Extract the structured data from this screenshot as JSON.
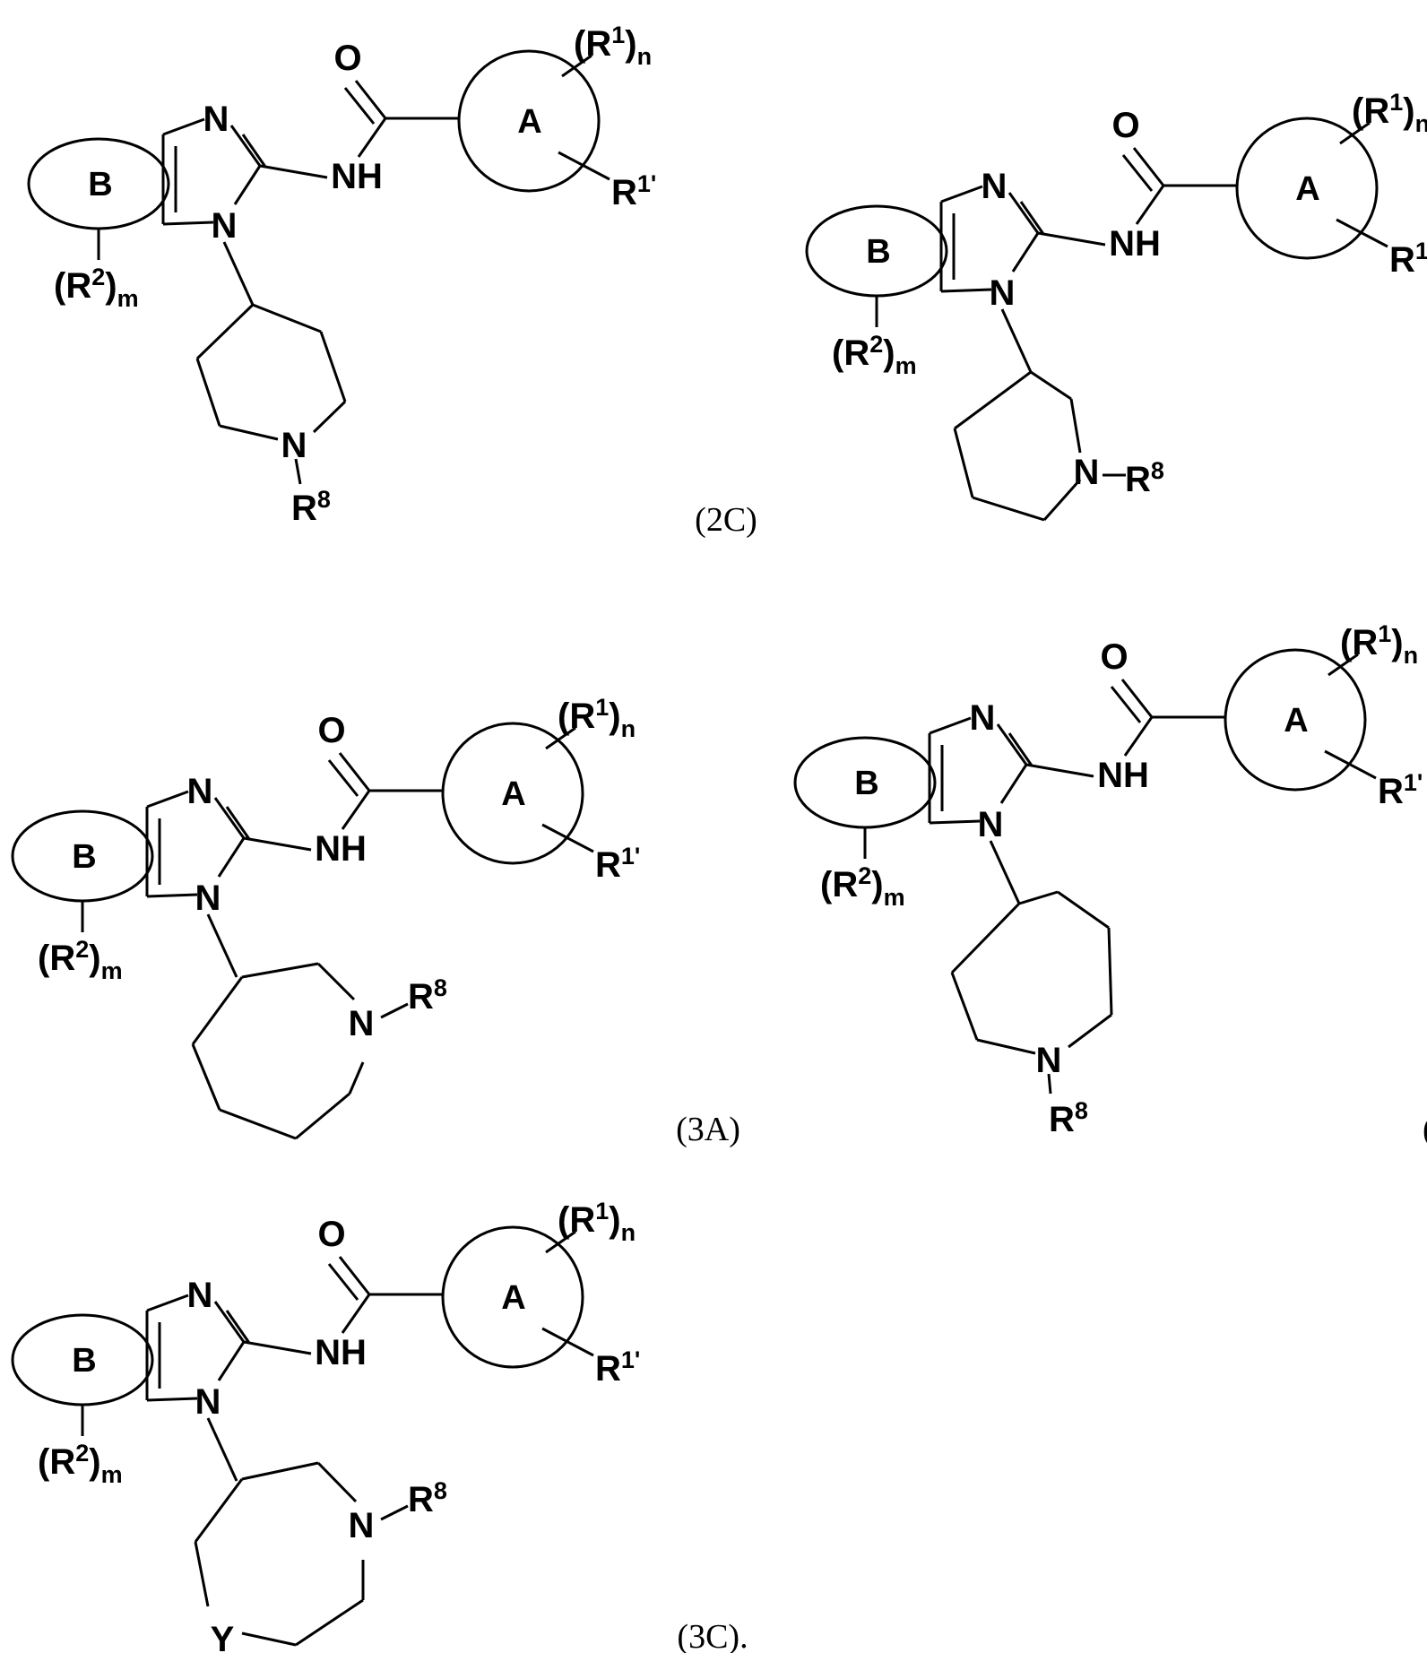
{
  "atoms": {
    "O": "O",
    "N": "N",
    "NH": "NH",
    "ring_a": "A",
    "ring_b": "B",
    "Y": "Y",
    "R": "R",
    "bracket_open": "(",
    "bracket_close": ")",
    "sup_1": "1",
    "sup_1_prime": "1'",
    "sup_2": "2",
    "sup_8": "8",
    "sub_n": "n",
    "sub_m": "m",
    "dash": "-"
  },
  "structures": [
    {
      "id": "struct-1",
      "label": ""
    },
    {
      "id": "struct-2C",
      "label": "(2C)"
    },
    {
      "id": "struct-3A",
      "label": "(3A)"
    },
    {
      "id": "struct-4",
      "label": "("
    },
    {
      "id": "struct-3C",
      "label": "(3C)."
    }
  ],
  "colors": {
    "ink": "#000000",
    "background": "#ffffff"
  }
}
